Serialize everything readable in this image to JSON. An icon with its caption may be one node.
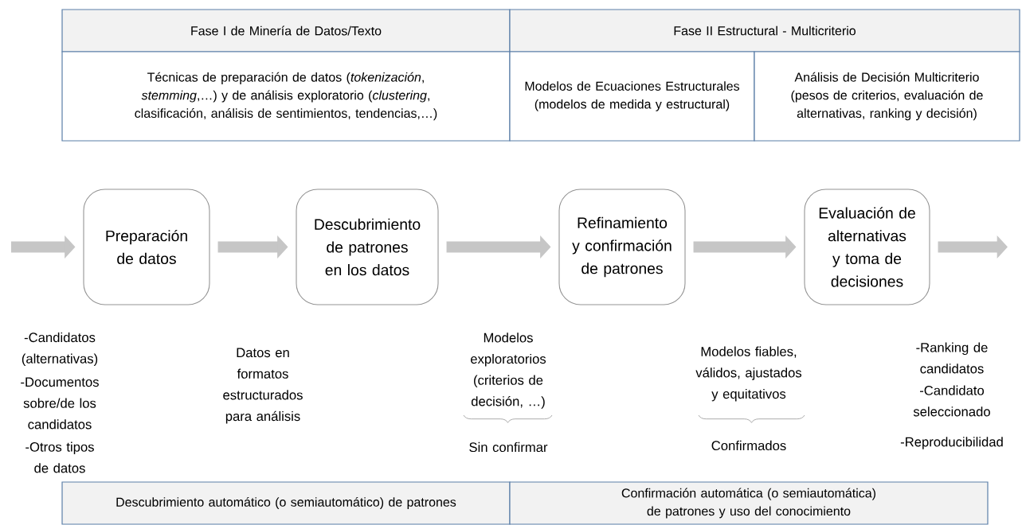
{
  "diagram": {
    "nodes": [
      {
        "text": [
          "Preparación de datos"
        ]
      },
      {
        "text": [
          "Descubrimiento de patrones en los datos"
        ]
      },
      {
        "text": [
          "Refinamiento y confirmación de patrones"
        ]
      },
      {
        "text": [
          "Evaluación de alternativas y toma de decisiones"
        ]
      }
    ],
    "edges": [
      {
        "from": null,
        "to": 0,
        "arrow": "to"
      },
      {
        "from": 0,
        "to": 1,
        "arrow": "to"
      },
      {
        "from": 1,
        "to": 2,
        "arrow": "to"
      },
      {
        "from": 2,
        "to": 3,
        "arrow": "to"
      },
      {
        "from": 3,
        "to": null,
        "arrow": "to"
      }
    ],
    "labels": [
      "Fase I de Minería de Datos/Texto",
      "Fase II Estructural - Multicriterio",
      "Técnicas de preparación de datos (*tokenización*, *stemming*,…) y de análisis exploratorio (*clustering*, clasificación, análisis de sentimientos, tendencias,…)",
      "Modelos de Ecuaciones Estructurales (modelos de medida y estructural)",
      "Análisis de Decisión Multicriterio (pesos de criterios, evaluación de alternativas, ranking y decisión)",
      "-Candidatos (alternativas)",
      "-Documentos sobre/de los candidatos",
      "-Otros tipos de datos",
      "Datos en formatos estructurados para análisis",
      "Modelos exploratorios (criterios de decisión, …)",
      "Sin confirmar",
      "Modelos fiables, válidos, ajustados y equitativos",
      "Confirmados",
      "-Ranking de candidatos",
      "-Candidato seleccionado",
      "-Reproducibilidad",
      "Descubrimiento automático (o semiautomático) de patrones",
      "Confirmación automática (o semiautomática) de patrones y uso del conocimiento"
    ]
  }
}
